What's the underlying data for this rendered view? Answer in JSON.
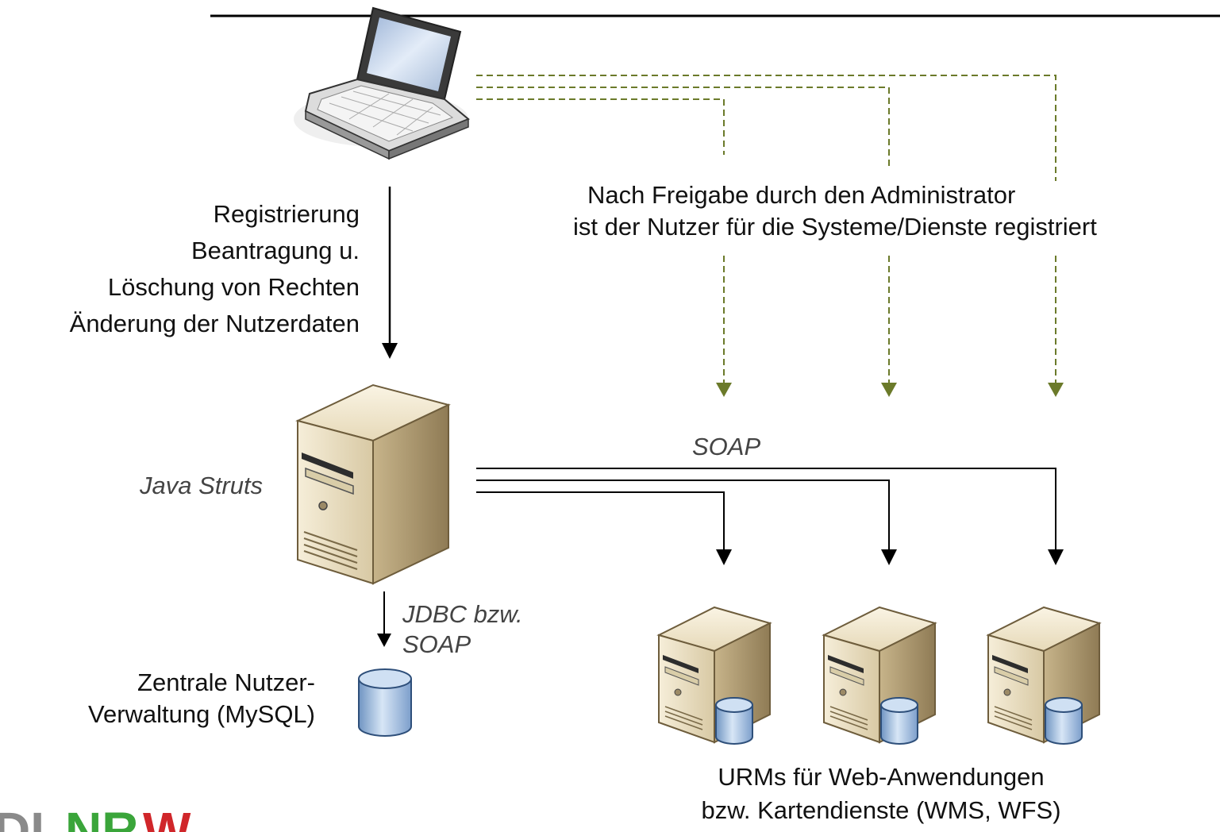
{
  "nodes": {
    "client": "laptop-icon",
    "server": "server-tower-icon",
    "database": "database-icon",
    "urm_servers": [
      "server-with-db-icon",
      "server-with-db-icon",
      "server-with-db-icon"
    ]
  },
  "labels": {
    "registration": [
      "Registrierung",
      "Beantragung u.",
      "Löschung von Rechten",
      "Änderung der Nutzerdaten"
    ],
    "approval": [
      "Nach Freigabe durch den Administrator",
      "ist der Nutzer für die Systeme/Dienste registriert"
    ],
    "soap": "SOAP",
    "java_struts": "Java Struts",
    "jdbc": [
      "JDBC bzw.",
      "SOAP"
    ],
    "central_user_management": [
      "Zentrale Nutzer-",
      "Verwaltung (MySQL)"
    ],
    "urms": [
      "URMs für Web-Anwendungen",
      "bzw. Kartendienste (WMS, WFS)"
    ]
  },
  "colors": {
    "dashed_arrows": "#6b7a2a",
    "solid_arrows": "#000000",
    "server_body": "#e8dcc0",
    "database": "#a9c4e0",
    "logo_green": "#3aa53a",
    "logo_red": "#d0262a"
  },
  "logo": "GDI NRW"
}
